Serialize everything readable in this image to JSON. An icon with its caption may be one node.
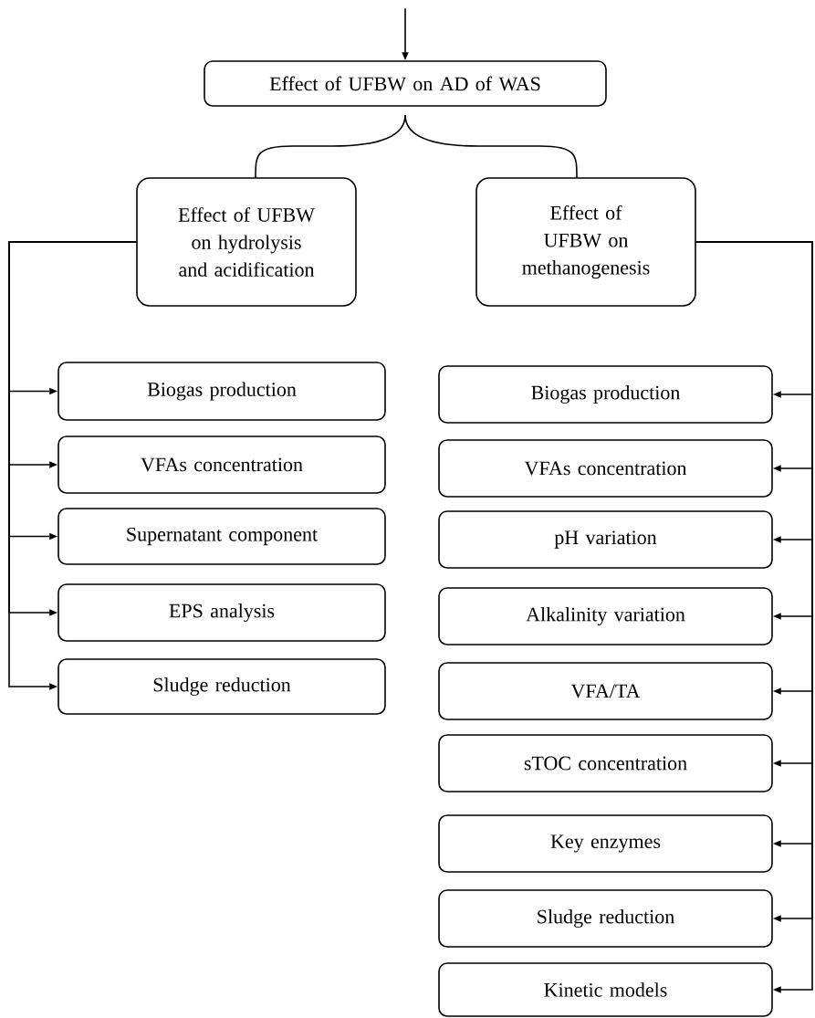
{
  "diagram": {
    "nodes": [
      {
        "text": [
          "Effect of UFBW on AD of WAS"
        ]
      },
      {
        "text": [
          "Effect of UFBW on hydrolysis and acidification"
        ]
      },
      {
        "text": [
          "Effect of UFBW on methanogenesis"
        ]
      },
      {
        "text": [
          "Biogas production"
        ]
      },
      {
        "text": [
          "VFAs concentration"
        ]
      },
      {
        "text": [
          "Supernatant component"
        ]
      },
      {
        "text": [
          "EPS analysis"
        ]
      },
      {
        "text": [
          "Sludge reduction"
        ]
      },
      {
        "text": [
          "Biogas production"
        ]
      },
      {
        "text": [
          "VFAs concentration"
        ]
      },
      {
        "text": [
          "pH variation"
        ]
      },
      {
        "text": [
          "Alkalinity variation"
        ]
      },
      {
        "text": [
          "VFA/TA"
        ]
      },
      {
        "text": [
          "sTOC concentration"
        ]
      },
      {
        "text": [
          "Key enzymes"
        ]
      },
      {
        "text": [
          "Sludge reduction"
        ]
      },
      {
        "text": [
          "Kinetic models"
        ]
      }
    ],
    "edges": [
      {
        "from": null,
        "to": 0,
        "arrow": "to"
      },
      {
        "from": 0,
        "to": 1,
        "arrow": "none"
      },
      {
        "from": 0,
        "to": 2,
        "arrow": "none"
      },
      {
        "from": 1,
        "to": 3,
        "arrow": "to"
      },
      {
        "from": 1,
        "to": 4,
        "arrow": "to"
      },
      {
        "from": 1,
        "to": 5,
        "arrow": "to"
      },
      {
        "from": 1,
        "to": 6,
        "arrow": "to"
      },
      {
        "from": 1,
        "to": 7,
        "arrow": "to"
      },
      {
        "from": 2,
        "to": 8,
        "arrow": "to"
      },
      {
        "from": 2,
        "to": 9,
        "arrow": "to"
      },
      {
        "from": 2,
        "to": 10,
        "arrow": "to"
      },
      {
        "from": 2,
        "to": 11,
        "arrow": "to"
      },
      {
        "from": 2,
        "to": 12,
        "arrow": "to"
      },
      {
        "from": 2,
        "to": 13,
        "arrow": "to"
      },
      {
        "from": 2,
        "to": 14,
        "arrow": "to"
      },
      {
        "from": 2,
        "to": 15,
        "arrow": "to"
      },
      {
        "from": 2,
        "to": 16,
        "arrow": "to"
      }
    ]
  }
}
